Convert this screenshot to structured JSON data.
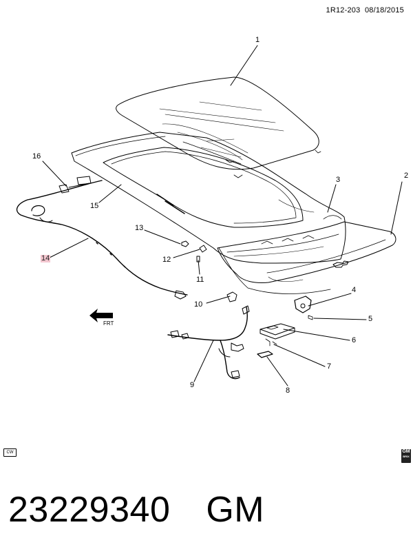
{
  "header": {
    "code": "1R12-203",
    "date": "08/18/2015"
  },
  "callouts": [
    {
      "id": "1",
      "label": "1"
    },
    {
      "id": "2",
      "label": "2"
    },
    {
      "id": "3",
      "label": "3"
    },
    {
      "id": "4",
      "label": "4"
    },
    {
      "id": "5",
      "label": "5"
    },
    {
      "id": "6",
      "label": "6"
    },
    {
      "id": "7",
      "label": "7"
    },
    {
      "id": "8",
      "label": "8"
    },
    {
      "id": "9",
      "label": "9"
    },
    {
      "id": "10",
      "label": "10"
    },
    {
      "id": "11",
      "label": "11"
    },
    {
      "id": "12",
      "label": "12"
    },
    {
      "id": "13",
      "label": "13"
    },
    {
      "id": "14",
      "label": "14"
    },
    {
      "id": "15",
      "label": "15"
    },
    {
      "id": "16",
      "label": "16"
    }
  ],
  "badges": {
    "cw": "CW",
    "logo": "GM",
    "logo_sub": "BRIX"
  },
  "direction": {
    "label": "FRT"
  },
  "footer": {
    "part_number": "23229340",
    "brand": "GM"
  },
  "colors": {
    "highlight": "#f3c6cf",
    "line": "#000000"
  }
}
